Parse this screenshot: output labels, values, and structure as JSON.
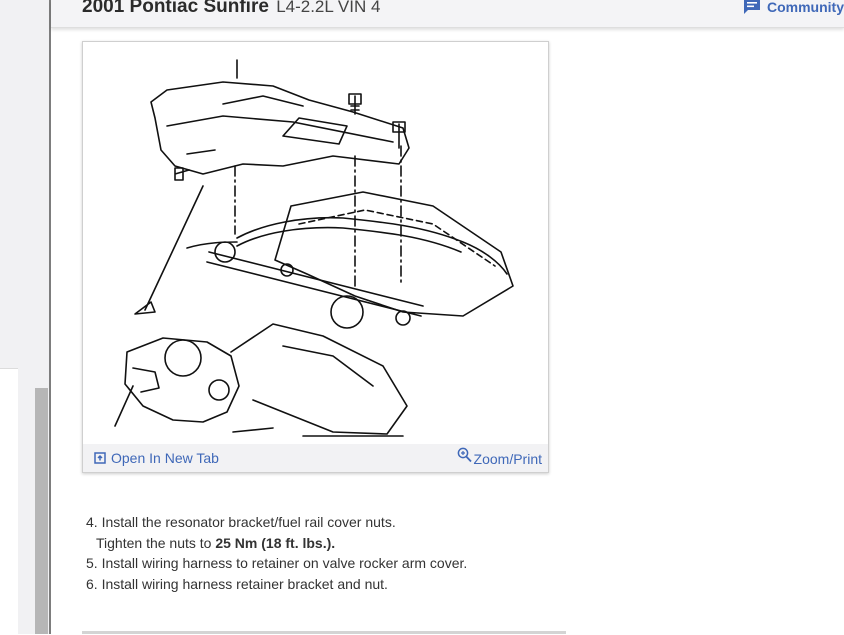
{
  "header": {
    "title_make": "2001 Pontiac Sunfire",
    "title_engine": "L4-2.2L VIN 4",
    "community_label": "Community"
  },
  "figure": {
    "open_new_tab_label": "Open In New Tab",
    "zoom_print_label": "Zoom/Print"
  },
  "instructions": {
    "step4": "4. Install the resonator bracket/fuel rail cover nuts.",
    "step4_sub_prefix": "Tighten the nuts to ",
    "step4_sub_value": "25 Nm (18 ft. lbs.).",
    "step5": "5. Install wiring harness to retainer on valve rocker arm cover.",
    "step6": "6. Install wiring harness retainer bracket and nut."
  },
  "colors": {
    "link": "#3f68b8",
    "header_bg": "#f4f4f6",
    "text": "#333333"
  }
}
